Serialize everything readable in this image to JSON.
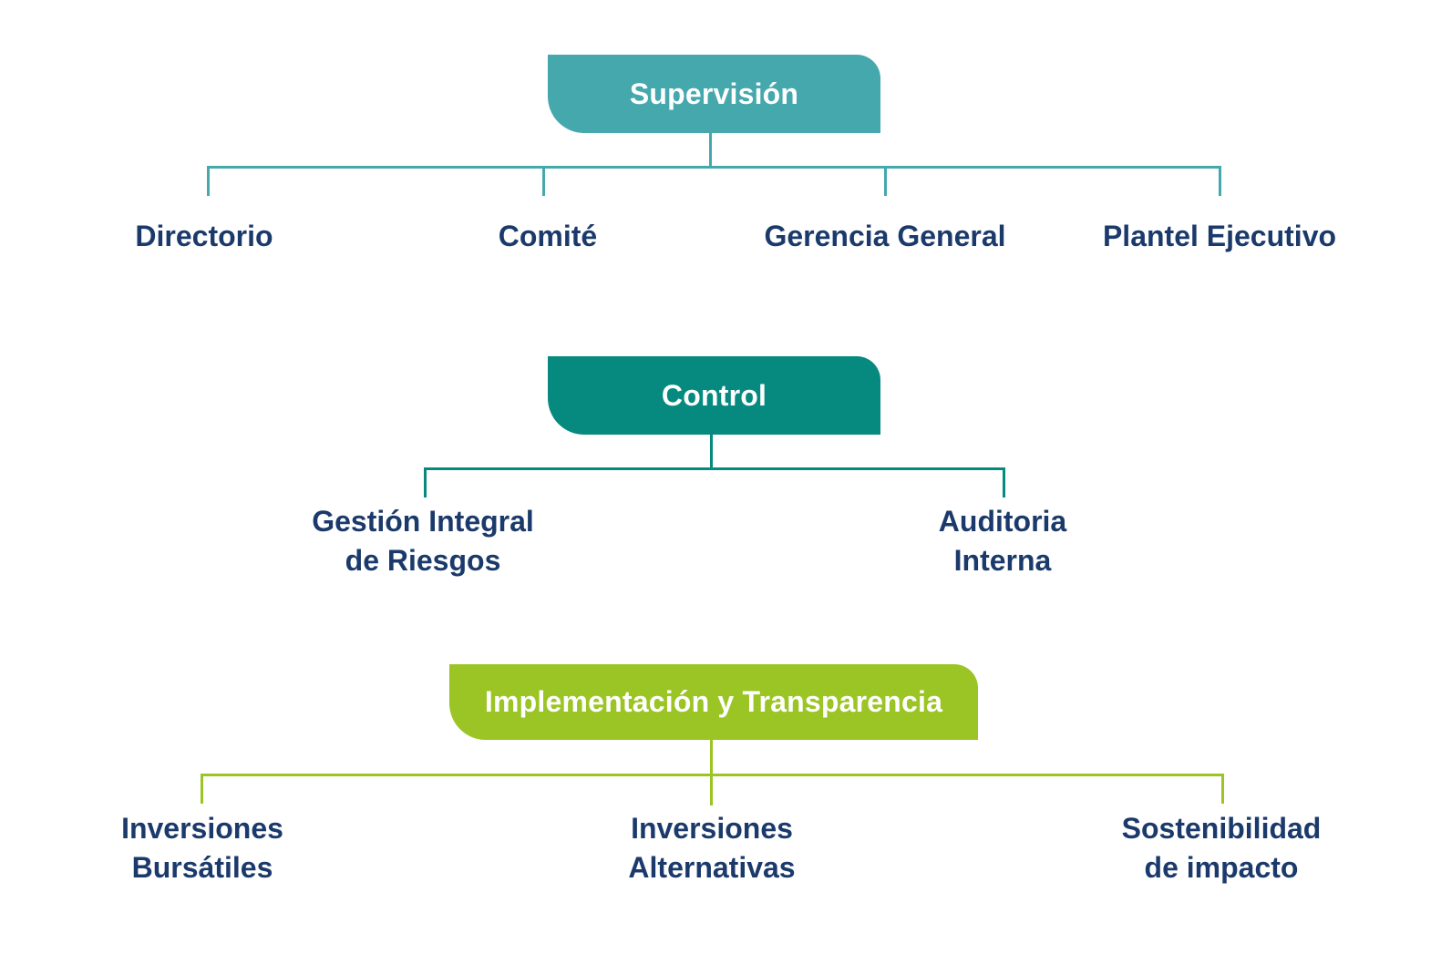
{
  "colors": {
    "supervision": "#44a8ad",
    "control": "#068a80",
    "implementation": "#9bc425",
    "text": "#1b3a6b"
  },
  "groups": [
    {
      "title": "Supervisión",
      "children": [
        "Directorio",
        "Comité",
        "Gerencia General",
        "Plantel Ejecutivo"
      ]
    },
    {
      "title": "Control",
      "children": [
        "Gestión Integral\nde Riesgos",
        "Auditoria\nInterna"
      ]
    },
    {
      "title": "Implementación y Transparencia",
      "children": [
        "Inversiones\nBursátiles",
        "Inversiones\nAlternativas",
        "Sostenibilidad\nde impacto"
      ]
    }
  ]
}
